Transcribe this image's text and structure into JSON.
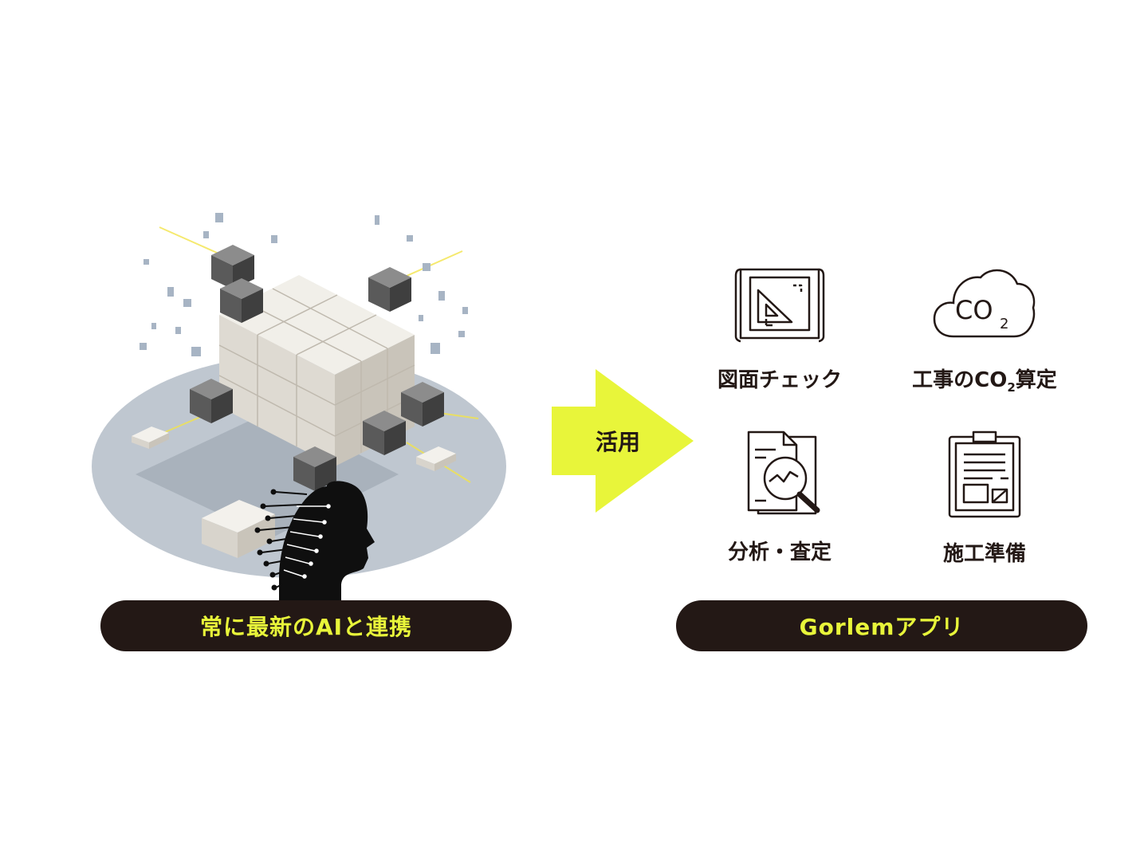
{
  "left_panel": {
    "badge_label": "常に最新のAIと連携"
  },
  "arrow": {
    "label": "活用",
    "color": "#e8f53a"
  },
  "right_panel": {
    "badge_label": "Gorlemアプリ",
    "features": [
      {
        "label": "図面チェック",
        "icon": "blueprint-icon"
      },
      {
        "label_main": "工事のCO",
        "label_sub": "2",
        "label_tail": "算定",
        "icon": "co2-cloud-icon",
        "icon_text": "CO",
        "icon_sub": "2"
      },
      {
        "label": "分析・査定",
        "icon": "analysis-magnifier-icon"
      },
      {
        "label": "施工準備",
        "icon": "clipboard-icon"
      }
    ]
  },
  "colors": {
    "badge_bg": "#231815",
    "badge_text": "#e8f53a",
    "accent": "#e8f53a",
    "platform": "#bfc7d0"
  }
}
